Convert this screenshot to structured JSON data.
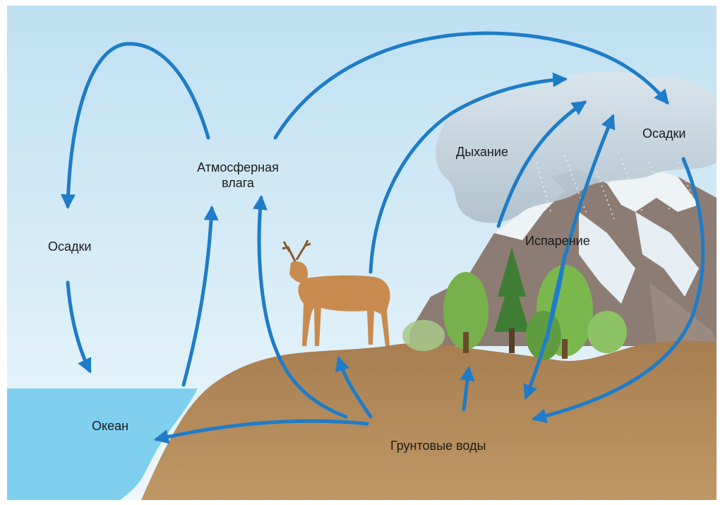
{
  "labels": {
    "precip_left": "Осадки",
    "atmo_line1": "Атмосферная",
    "atmo_line2": "влага",
    "ocean": "Океан",
    "groundwater": "Грунтовые воды",
    "respiration": "Дыхание",
    "evaporation": "Испарение",
    "precip_right": "Осадки"
  },
  "colors": {
    "arrow": "#1e7cc8",
    "sky_top": "#bfe0f2",
    "sky_bottom": "#e9f5fb",
    "ocean": "#7fd0ef",
    "ground": "#b48a5a",
    "cloud": "#c9d6df",
    "mountain": "#8a7a72",
    "snow": "#eef3f6",
    "tree": "#6fa84a",
    "deer": "#c98a4e"
  },
  "icons": {
    "animal": "deer-icon",
    "trees": "tree-icon",
    "cloud": "cloud-icon",
    "mountains": "mountain-icon"
  }
}
